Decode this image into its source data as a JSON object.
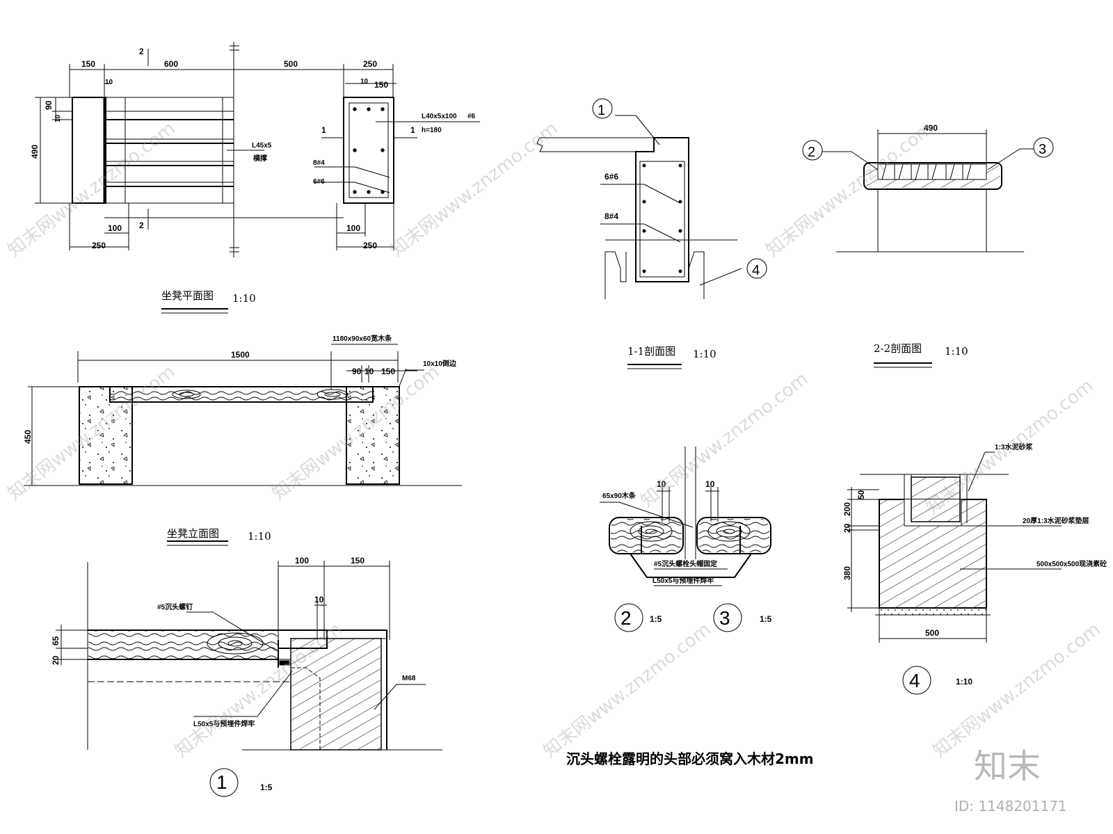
{
  "plan": {
    "dims_top": [
      "150",
      "600",
      "500",
      "250"
    ],
    "dim_10_left": "10",
    "dim_10_right": "10",
    "dim_150_right": "150",
    "dims_left": [
      "90",
      "10",
      "490"
    ],
    "dims_bottom": [
      "100",
      "250",
      "100",
      "250"
    ],
    "section_mark_2": "2",
    "section_mark_1": "1",
    "angle_label": "L45x5",
    "angle_sub": "横撑",
    "column_label": "L40x5x100",
    "column_bar": "#6",
    "column_h": "h=180",
    "rebar_1": "8#4",
    "rebar_2": "6#6",
    "title": "坐凳平面图",
    "scale": "1:10"
  },
  "elevation": {
    "length": "1500",
    "height": "450",
    "wood_label": "1180x90x60宽木条",
    "dims_right": [
      "90",
      "10",
      "150"
    ],
    "edge_label": "10x10倒边",
    "title": "坐凳立面图",
    "scale": "1:10"
  },
  "section11": {
    "title": "1-1剖面图",
    "scale": "1:10",
    "rebar_1": "6#6",
    "rebar_2": "8#4",
    "callout_1": "1",
    "callout_4": "4"
  },
  "section22": {
    "width": "490",
    "title": "2-2剖面图",
    "scale": "1:10",
    "callout_2": "2",
    "callout_3": "3"
  },
  "detail1": {
    "dims_top": [
      "100",
      "150"
    ],
    "dim_10": "10",
    "dims_left": [
      "65",
      "20"
    ],
    "screw_label": "#5沉头螺钉",
    "angle_label": "L50x5与预埋件焊牢",
    "mortar_label": "M68",
    "number": "1",
    "scale": "1:5"
  },
  "detail23": {
    "wood_label": "65x90木条",
    "dim_10a": "10",
    "dim_10b": "10",
    "bolt_label": "#5沉头螺栓头帽固定",
    "angle_label": "L50x5与预埋件焊牢",
    "number_2": "2",
    "number_3": "3",
    "scale_2": "1:5",
    "scale_3": "1:5"
  },
  "detail4": {
    "mortar_label": "1:3水泥砂浆",
    "layer_label": "20厚1:3水泥砂浆垫层",
    "concrete_label": "500x500x500现浇素砼",
    "dims_left": [
      "50",
      "200",
      "20",
      "380"
    ],
    "width": "500",
    "number": "4",
    "scale": "1:10"
  },
  "note": "沉头螺栓露明的头部必须窝入木材2mm",
  "watermark": {
    "text": "知末网www.znzmo.com",
    "logo": "知末",
    "id": "ID: 1148201171"
  }
}
